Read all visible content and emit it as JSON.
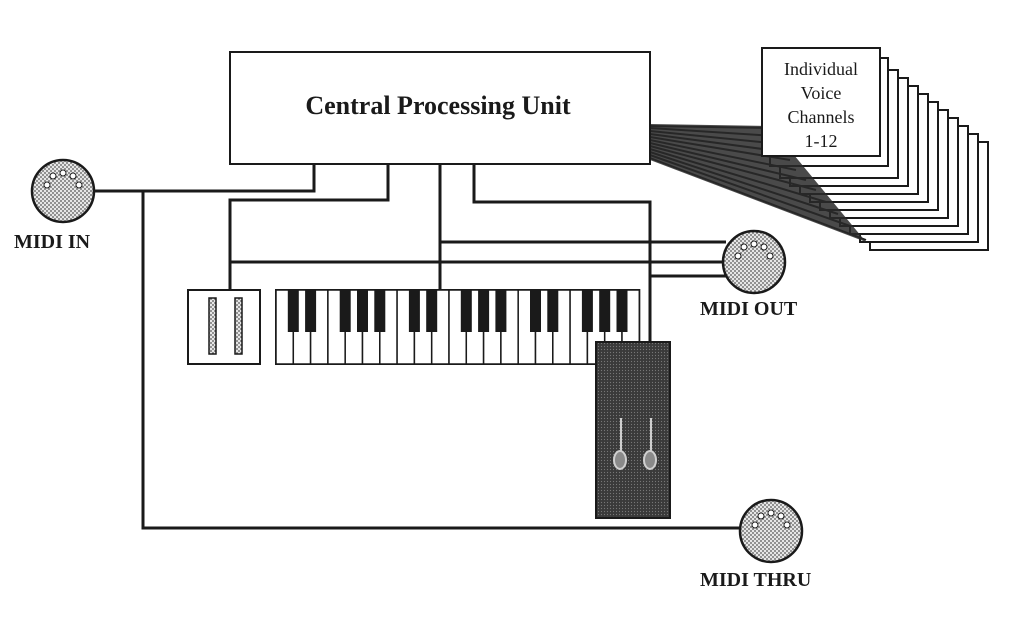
{
  "cpu": {
    "label": "Central Processing Unit"
  },
  "voice_channels": {
    "lines": [
      "Individual",
      "Voice",
      "Channels",
      "1-12"
    ]
  },
  "ports": {
    "midi_in": "MIDI IN",
    "midi_out": "MIDI OUT",
    "midi_thru": "MIDI THRU"
  },
  "colors": {
    "ink": "#1a1a1a",
    "dot_fill": "#cfcfcf",
    "pedal_fill": "#3a3a3a",
    "paper": "#ffffff"
  },
  "icons": {
    "din_connector": "midi-din-connector-icon",
    "slider": "fader-slider-icon",
    "pedal": "pedal-lever-icon"
  }
}
